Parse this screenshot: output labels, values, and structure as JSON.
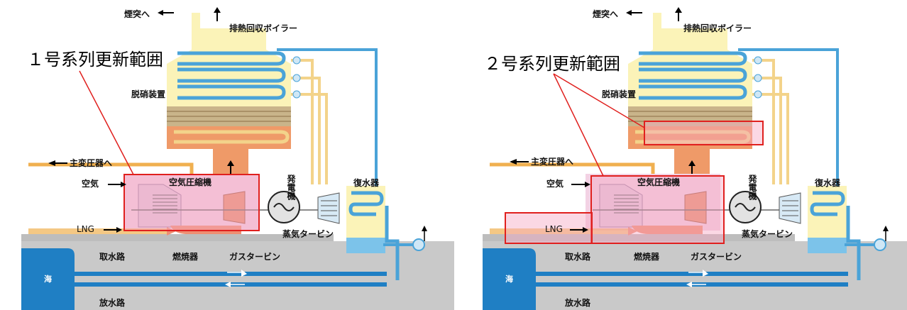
{
  "panels": [
    {
      "id": "left",
      "range_label": "１号系列更新範囲",
      "labels": {
        "chimney": "煙突へ",
        "hrsg": "排熱回収ボイラー",
        "denox": "脱硝装置",
        "main_transformer": "主変圧器へ",
        "air": "空気",
        "compressor": "空気圧縮機",
        "generator": "発電機",
        "condenser": "復水器",
        "lng": "LNG",
        "steam_turbine": "蒸気タービン",
        "intake": "取水路",
        "combustor": "燃焼器",
        "gas_turbine": "ガスタービン",
        "sea": "海",
        "discharge": "放水路"
      }
    },
    {
      "id": "right",
      "range_label": "２号系列更新範囲",
      "labels": {
        "chimney": "煙突へ",
        "hrsg": "排熱回収ボイラー",
        "denox": "脱硝装置",
        "main_transformer": "主変圧器へ",
        "air": "空気",
        "compressor": "空気圧縮機",
        "generator": "発電機",
        "condenser": "復水器",
        "lng": "LNG",
        "steam_turbine": "蒸気タービン",
        "intake": "取水路",
        "combustor": "燃焼器",
        "gas_turbine": "ガスタービン",
        "sea": "海",
        "discharge": "放水路"
      }
    }
  ],
  "colors": {
    "highlight_border": "#e0201e",
    "highlight_fill": "#f7a8c4",
    "boiler": "#fbf3b8",
    "exhaust": "#ef9a68",
    "water_pipe": "#4aa3d8",
    "steam_pipe": "#f3d38a",
    "ground": "#c8c8c8",
    "sea": "#1f7fc4"
  }
}
